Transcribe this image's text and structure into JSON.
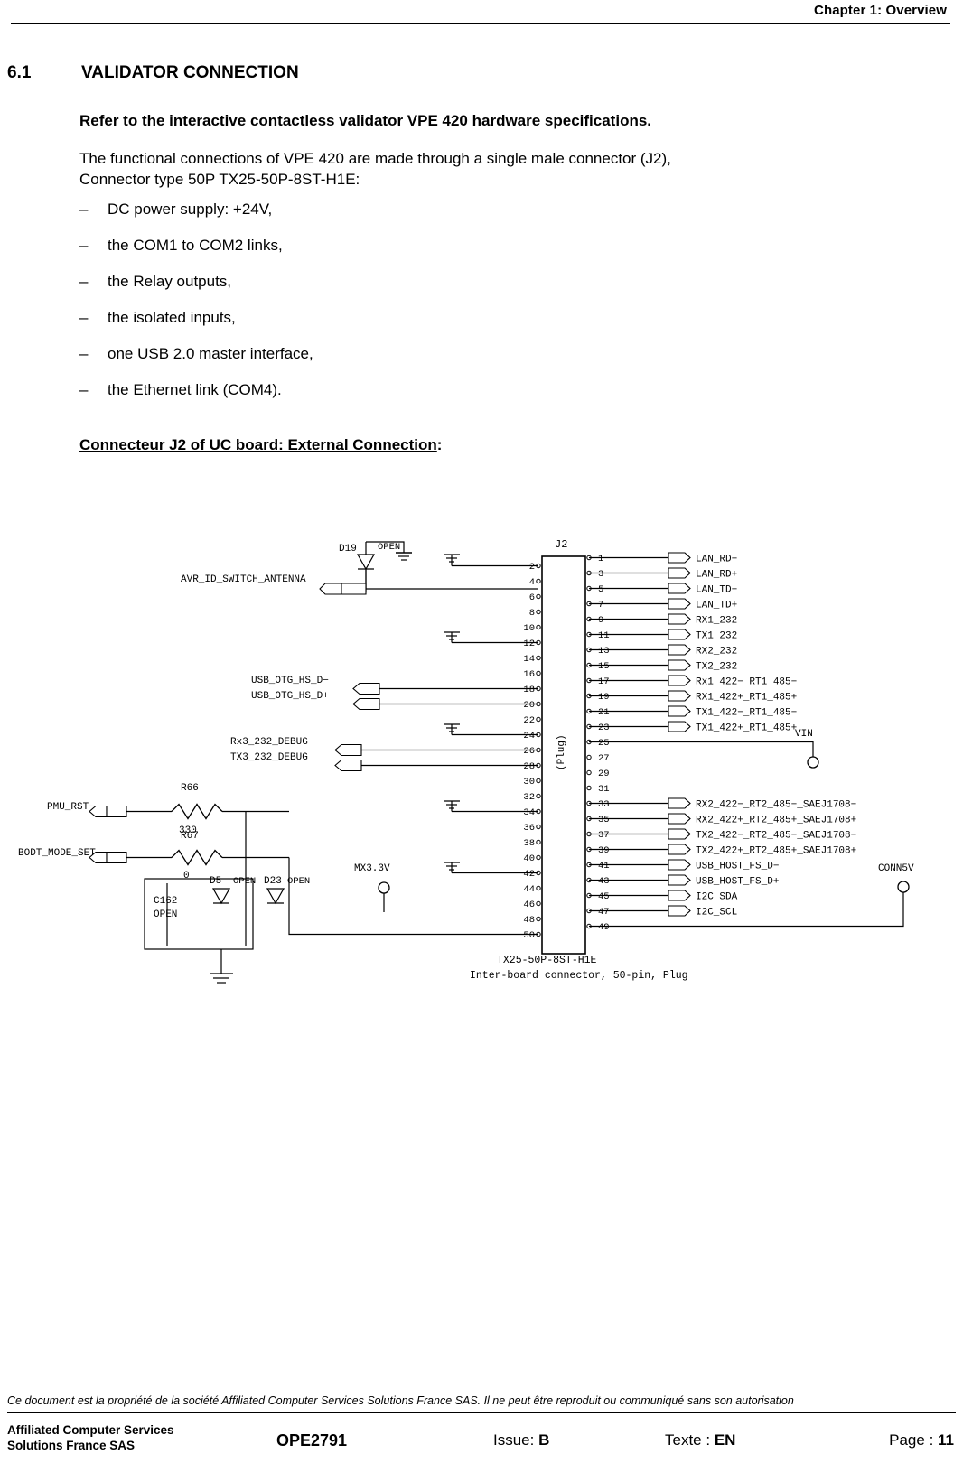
{
  "header": {
    "chapter": "Chapter 1: Overview"
  },
  "section": {
    "number": "6.1",
    "title": "VALIDATOR CONNECTION",
    "lead": "Refer to the interactive contactless validator VPE 420 hardware specifications.",
    "para_line1": "The functional connections of VPE 420 are made through a single male connector (J2),",
    "para_line2": "Connector type 50P TX25-50P-8ST-H1E:",
    "bullets": [
      {
        "dash": "–",
        "text": "DC power supply: +24V,"
      },
      {
        "dash": "–",
        "text": "the COM1 to COM2 links,"
      },
      {
        "dash": "–",
        "text": "the Relay outputs,"
      },
      {
        "dash": "–",
        "text": "the isolated inputs,"
      },
      {
        "dash": "–",
        "text": "one USB 2.0 master interface,"
      },
      {
        "dash": "–",
        "text": "the Ethernet link (COM4)."
      }
    ],
    "caption_underlined": "Connecteur J2 of UC board: External Connection",
    "caption_tail": ":"
  },
  "schematic": {
    "title": "J2",
    "plug_label": "(Plug)",
    "part_ref": "TX25-50P-8ST-H1E",
    "part_desc": "Inter-board connector, 50-pin, Plug",
    "left_nets": [
      "AVR_ID_SWITCH_ANTENNA",
      "USB_OTG_HS_D−",
      "USB_OTG_HS_D+",
      "Rx3_232_DEBUG",
      "TX3_232_DEBUG",
      "PMU_RST−",
      "BODT_MODE_SET"
    ],
    "components": [
      {
        "ref": "D19",
        "value": "OPEN"
      },
      {
        "ref": "R66",
        "value": "330"
      },
      {
        "ref": "R67",
        "value": "0"
      },
      {
        "ref": "C162",
        "value": "OPEN"
      },
      {
        "ref": "D5",
        "value": "OPEN"
      },
      {
        "ref": "D23",
        "value": "OPEN"
      },
      {
        "ref": "MX3.3V",
        "value": ""
      },
      {
        "ref": "VIN",
        "value": ""
      },
      {
        "ref": "CONN5V",
        "value": ""
      }
    ],
    "even_pins": [
      "2",
      "4",
      "6",
      "8",
      "10",
      "12",
      "14",
      "16",
      "18",
      "20",
      "22",
      "24",
      "26",
      "28",
      "30",
      "32",
      "34",
      "36",
      "38",
      "40",
      "42",
      "44",
      "46",
      "48",
      "50"
    ],
    "odd_pins": [
      "1",
      "3",
      "5",
      "7",
      "9",
      "11",
      "13",
      "15",
      "17",
      "19",
      "21",
      "23",
      "25",
      "27",
      "29",
      "31",
      "33",
      "35",
      "37",
      "39",
      "41",
      "43",
      "45",
      "47",
      "49"
    ],
    "right_nets": [
      {
        "pin": "1",
        "name": "LAN_RD−"
      },
      {
        "pin": "3",
        "name": "LAN_RD+"
      },
      {
        "pin": "5",
        "name": "LAN_TD−"
      },
      {
        "pin": "7",
        "name": "LAN_TD+"
      },
      {
        "pin": "9",
        "name": "RX1_232"
      },
      {
        "pin": "11",
        "name": "TX1_232"
      },
      {
        "pin": "13",
        "name": "RX2_232"
      },
      {
        "pin": "15",
        "name": "TX2_232"
      },
      {
        "pin": "17",
        "name": "Rx1_422−_RT1_485−"
      },
      {
        "pin": "19",
        "name": "RX1_422+_RT1_485+"
      },
      {
        "pin": "21",
        "name": "TX1_422−_RT1_485−"
      },
      {
        "pin": "23",
        "name": "TX1_422+_RT1_485+"
      },
      {
        "pin": "33",
        "name": "RX2_422−_RT2_485−_SAEJ1708−"
      },
      {
        "pin": "35",
        "name": "RX2_422+_RT2_485+_SAEJ1708+"
      },
      {
        "pin": "37",
        "name": "TX2_422−_RT2_485−_SAEJ1708−"
      },
      {
        "pin": "39",
        "name": "TX2_422+_RT2_485+_SAEJ1708+"
      },
      {
        "pin": "41",
        "name": "USB_HOST_FS_D−"
      },
      {
        "pin": "43",
        "name": "USB_HOST_FS_D+"
      },
      {
        "pin": "45",
        "name": "I2C_SDA"
      },
      {
        "pin": "47",
        "name": "I2C_SCL"
      }
    ]
  },
  "footer": {
    "note": "Ce document est la propriété de la société Affiliated Computer Services Solutions France SAS. Il ne peut être reproduit ou communiqué sans son autorisation",
    "company_line1": "Affiliated Computer Services",
    "company_line2": "Solutions France SAS",
    "doc_ref": "OPE2791",
    "issue_label": "Issue: ",
    "issue_value": "B",
    "texte_label": "Texte : ",
    "texte_value": "EN",
    "page_label": "Page : ",
    "page_value": "11"
  }
}
